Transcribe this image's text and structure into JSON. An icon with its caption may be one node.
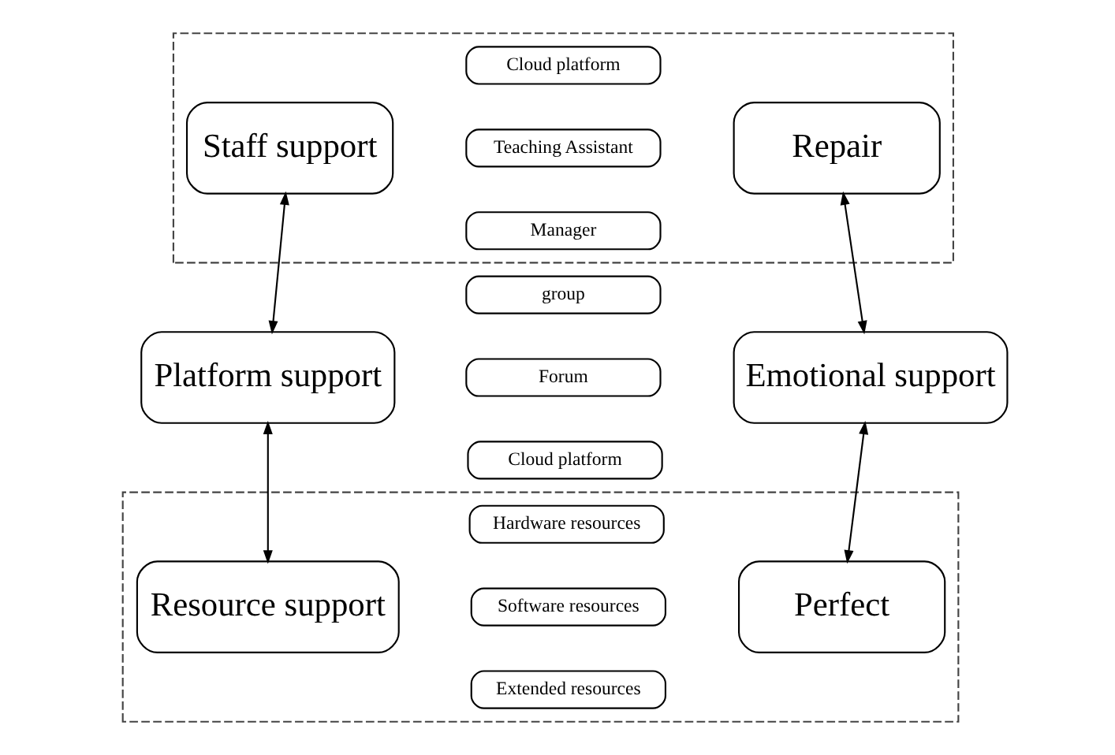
{
  "diagram": {
    "nodes": [
      {
        "text": [],
        "shape": "box"
      },
      {
        "text": [
          "Staff support"
        ],
        "in": 0
      },
      {
        "text": [
          "Cloud platform"
        ],
        "in": 0
      },
      {
        "text": [
          "Teaching Assistant"
        ],
        "in": 0
      },
      {
        "text": [
          "Manager"
        ],
        "in": 0
      },
      {
        "text": [
          "Repair"
        ],
        "in": 0
      },
      {
        "text": [
          "Platform support"
        ]
      },
      {
        "text": [
          "group"
        ]
      },
      {
        "text": [
          "Forum"
        ]
      },
      {
        "text": [
          "Cloud platform"
        ]
      },
      {
        "text": [
          "Emotional support"
        ]
      },
      {
        "text": [],
        "shape": "box"
      },
      {
        "text": [
          "Resource support"
        ],
        "in": 11
      },
      {
        "text": [
          "Hardware resources"
        ],
        "in": 11
      },
      {
        "text": [
          "Software resources"
        ],
        "in": 11
      },
      {
        "text": [
          "Extended resources"
        ],
        "in": 11
      },
      {
        "text": [
          "Perfect"
        ],
        "in": 11
      }
    ],
    "edges": [
      {
        "from": 1,
        "to": 6,
        "arrow": "both"
      },
      {
        "from": 6,
        "to": 12,
        "arrow": "both"
      },
      {
        "from": 5,
        "to": 10,
        "arrow": "both"
      },
      {
        "from": 10,
        "to": 16,
        "arrow": "both"
      }
    ]
  }
}
